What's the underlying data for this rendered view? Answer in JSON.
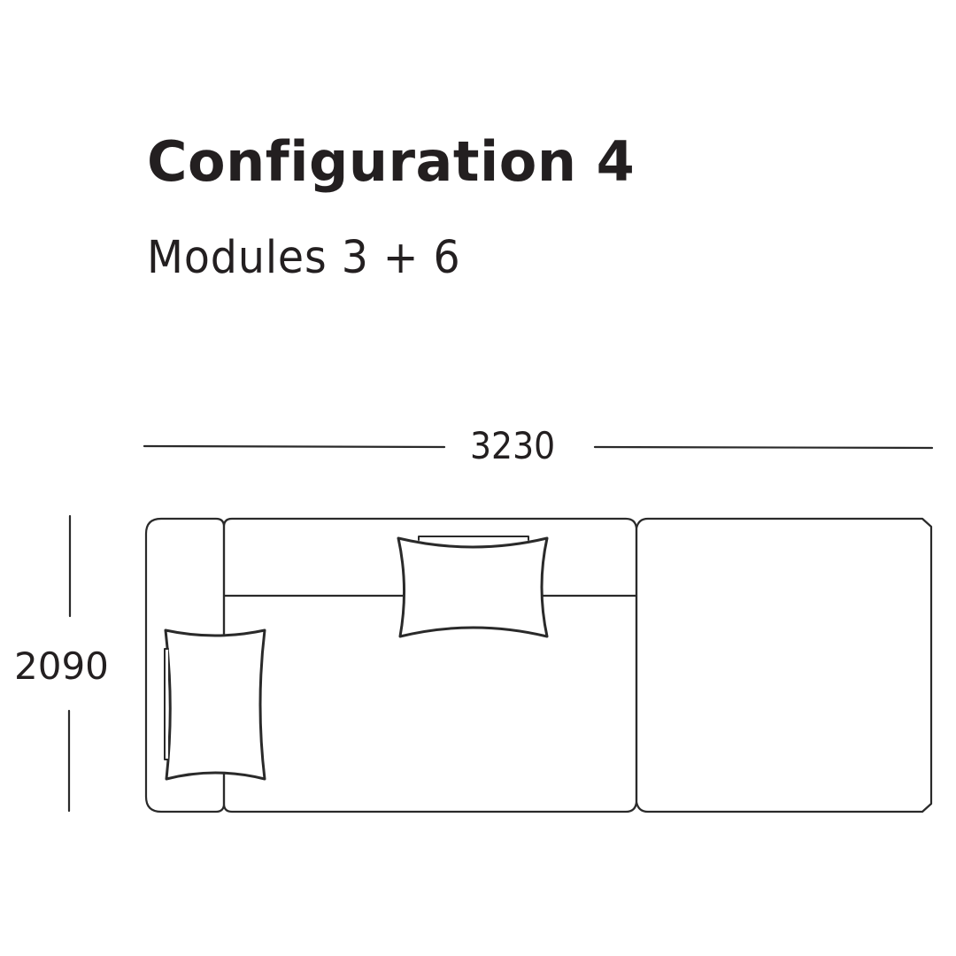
{
  "header": {
    "title": "Configuration 4",
    "subtitle": "Modules 3 + 6"
  },
  "dimensions": {
    "width_label": "3230",
    "depth_label": "2090"
  },
  "diagram": {
    "type": "sofa-top-view-plan",
    "modules": [
      {
        "id": "module-3",
        "description": "arm + seat with back and cushions"
      },
      {
        "id": "module-6",
        "description": "chaise/ottoman block"
      }
    ],
    "cushions": [
      "back-cushion",
      "side-cushion"
    ],
    "line_color": "#2a2a2a",
    "text_color": "#231f20"
  }
}
